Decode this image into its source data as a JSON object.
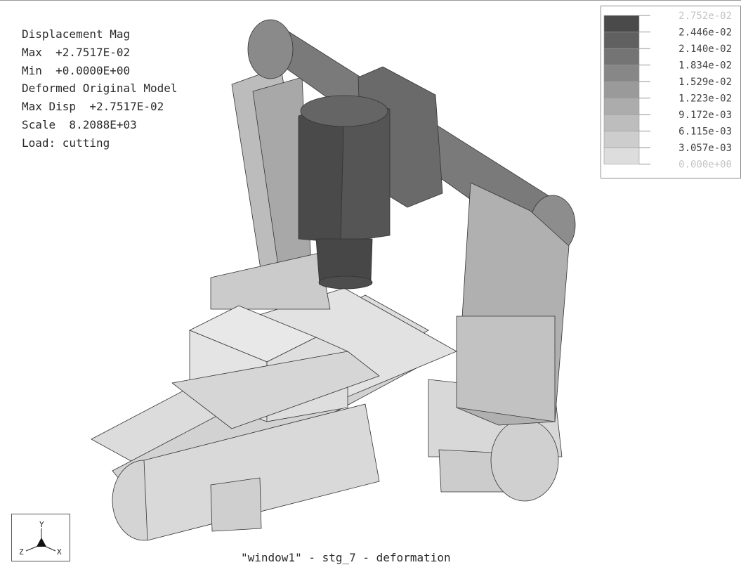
{
  "info_lines": [
    "Displacement Mag",
    "Max  +2.7517E-02",
    "Min  +0.0000E+00",
    "Deformed Original Model",
    "Max Disp  +2.7517E-02",
    "Scale  8.2088E+03",
    "Load: cutting"
  ],
  "legend": {
    "labels": [
      "2.752e-02",
      "2.446e-02",
      "2.140e-02",
      "1.834e-02",
      "1.529e-02",
      "1.223e-02",
      "9.172e-03",
      "6.115e-03",
      "3.057e-03",
      "0.000e+00"
    ],
    "colors": [
      "#4a4a4a",
      "#606060",
      "#747474",
      "#878787",
      "#9a9a9a",
      "#acacac",
      "#bdbdbd",
      "#cdcdcd",
      "#dddddd"
    ],
    "end_label_color": "#c4c4c4"
  },
  "triad": {
    "y": "Y",
    "z": "Z",
    "x": "X"
  },
  "caption": "\"window1\" - stg_7 - deformation"
}
